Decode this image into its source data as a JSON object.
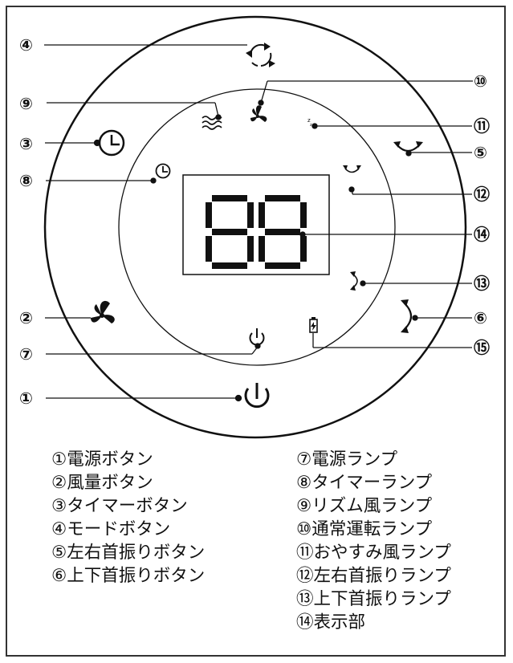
{
  "callouts": [
    {
      "id": "1",
      "num": "①"
    },
    {
      "id": "2",
      "num": "②"
    },
    {
      "id": "3",
      "num": "③"
    },
    {
      "id": "4",
      "num": "④"
    },
    {
      "id": "5",
      "num": "⑤"
    },
    {
      "id": "6",
      "num": "⑥"
    },
    {
      "id": "7",
      "num": "⑦"
    },
    {
      "id": "8",
      "num": "⑧"
    },
    {
      "id": "9",
      "num": "⑨"
    },
    {
      "id": "10",
      "num": "⑩"
    },
    {
      "id": "11",
      "num": "⑪"
    },
    {
      "id": "12",
      "num": "⑫"
    },
    {
      "id": "13",
      "num": "⑬"
    },
    {
      "id": "14",
      "num": "⑭"
    },
    {
      "id": "15",
      "num": "⑮"
    }
  ],
  "display": {
    "digits": "88"
  },
  "icons": {
    "power_button": "power-icon",
    "fan_speed_button": "fan-icon",
    "timer_button": "clock-icon",
    "mode_button": "cycle-arrows-icon",
    "horizontal_swing_button": "horizontal-swing-icon",
    "vertical_swing_button": "vertical-swing-icon",
    "power_lamp": "power-icon",
    "timer_lamp": "clock-icon",
    "rhythm_wind_lamp": "wave-icon",
    "normal_lamp": "fan-icon",
    "sleep_lamp": "moon-icon",
    "horizontal_swing_lamp": "horizontal-swing-icon",
    "vertical_swing_lamp": "vertical-swing-icon",
    "battery_lamp": "battery-icon"
  },
  "legend": {
    "left": [
      "①電源ボタン",
      "②風量ボタン",
      "③タイマーボタン",
      "④モードボタン",
      "⑤左右首振りボタン",
      "⑥上下首振りボタン"
    ],
    "right": [
      "⑦電源ランプ",
      "⑧タイマーランプ",
      "⑨リズム風ランプ",
      "⑩通常運転ランプ",
      "⑪おやすみ風ランプ",
      "⑫左右首振りランプ",
      "⑬上下首振りランプ",
      "⑭表示部"
    ]
  }
}
